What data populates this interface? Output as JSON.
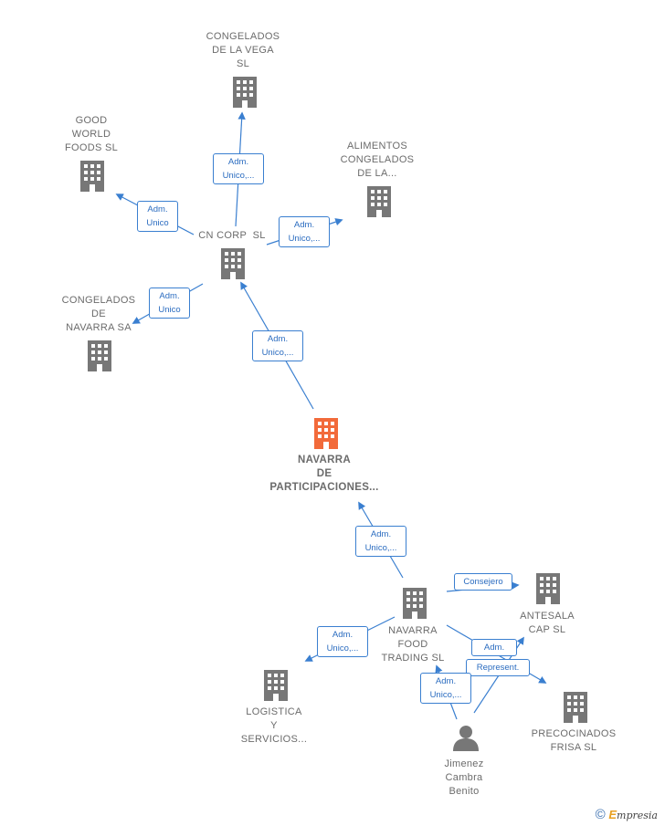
{
  "colors": {
    "building": "#777777",
    "focus_building": "#f26a3a",
    "edge": "#3a7fd0",
    "label": "#6b6b6b"
  },
  "nodes": {
    "congelados_vega": "CONGELADOS\nDE LA VEGA\nSL",
    "good_world": "GOOD\nWORLD\nFOODS SL",
    "alimentos": "ALIMENTOS\nCONGELADOS\nDE LA...",
    "cn_corp": "CN CORP  SL",
    "congelados_navarra": "CONGELADOS\nDE\nNAVARRA SA",
    "navarra_participaciones": "NAVARRA\nDE\nPARTICIPACIONES...",
    "navarra_food": "NAVARRA\nFOOD\nTRADING  SL",
    "antesala": "ANTESALA\nCAP  SL",
    "logistica": "LOGISTICA\nY\nSERVICIOS...",
    "precocinados": "PRECOCINADOS\nFRISA SL",
    "jimenez": "Jimenez\nCambra\nBenito"
  },
  "edge_labels": {
    "cn_to_vega": "Adm.\nUnico,...",
    "cn_to_goodworld": "Adm.\nUnico",
    "cn_to_alimentos": "Adm.\nUnico,...",
    "cn_to_navarra_sa": "Adm.\nUnico",
    "participaciones_to_cn": "Adm.\nUnico,...",
    "food_to_participaciones": "Adm.\nUnico,...",
    "food_to_antesala": "Consejero",
    "food_to_logistica": "Adm.\nUnico,...",
    "food_to_precocinados": "Adm.",
    "jimenez_represent": "Represent.",
    "jimenez_to_food": "Adm.\nUnico,..."
  },
  "footer": {
    "copyright": "©",
    "brand_initial": "E",
    "brand_rest": "mpresia"
  }
}
